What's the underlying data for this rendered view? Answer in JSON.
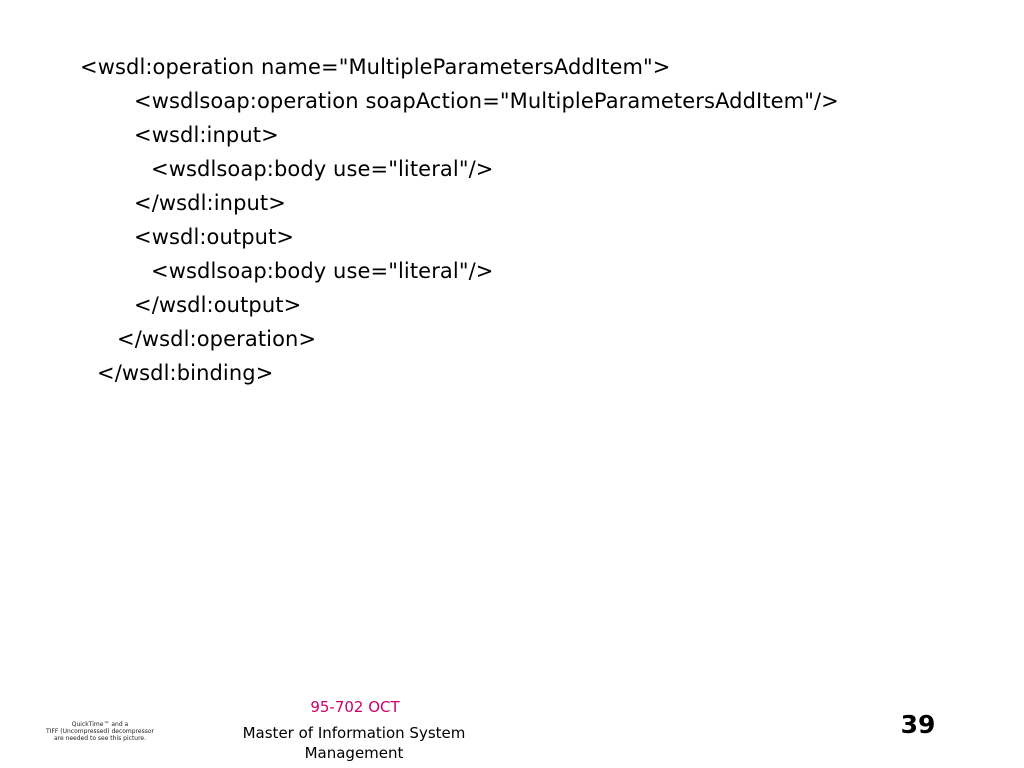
{
  "code_lines": [
    "<wsdl:operation name=\"MultipleParametersAddItem\">",
    "<wsdlsoap:operation soapAction=\"MultipleParametersAddItem\"/>",
    "<wsdl:input>",
    "<wsdlsoap:body use=\"literal\"/>",
    "</wsdl:input>",
    "<wsdl:output>",
    "<wsdlsoap:body use=\"literal\"/>",
    "</wsdl:output>",
    "</wsdl:operation>",
    "</wsdl:binding>"
  ],
  "footer": {
    "course": "95-702 OCT",
    "program": "Master of Information System Management",
    "course_color": "#cc0066"
  },
  "page_number": "39",
  "quicktime_note": {
    "line1": "QuickTime™ and a",
    "line2": "TIFF (Uncompressed) decompressor",
    "line3": "are needed to see this picture."
  }
}
